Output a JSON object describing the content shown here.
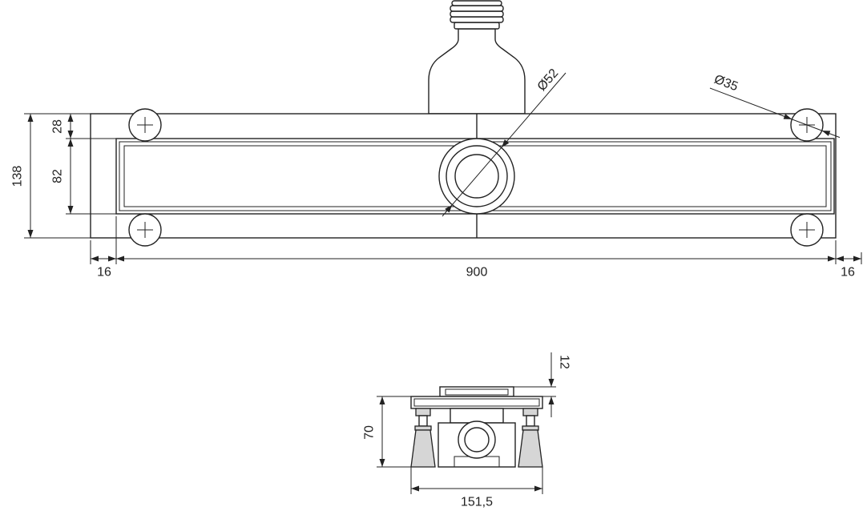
{
  "colors": {
    "line": "#222222",
    "background": "#ffffff",
    "foot_fill": "#d6d6d6"
  },
  "top_view": {
    "dimensions": {
      "overall_height": "138",
      "top_offset": "28",
      "channel_width": "82",
      "left_end": "16",
      "length": "900",
      "right_end": "16",
      "outlet_diameter": "Ø52",
      "mounting_hole_diameter": "Ø35"
    }
  },
  "side_view": {
    "dimensions": {
      "frame_height": "12",
      "total_height": "70",
      "width": "151,5"
    }
  }
}
